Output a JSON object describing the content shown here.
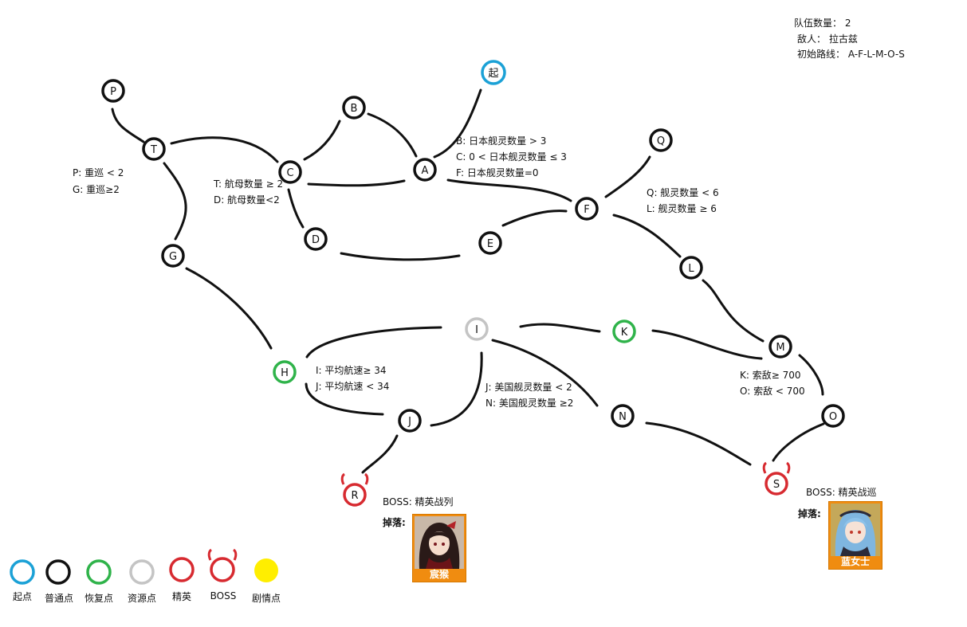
{
  "info": {
    "team_count": "队伍数量：  2",
    "enemy": "敌人：  拉古兹",
    "initial_route": "初始路线：  A-F-L-M-O-S"
  },
  "nodes": {
    "start": "起",
    "A": "A",
    "B": "B",
    "C": "C",
    "D": "D",
    "E": "E",
    "F": "F",
    "G": "G",
    "H": "H",
    "I": "I",
    "J": "J",
    "K": "K",
    "L": "L",
    "M": "M",
    "N": "N",
    "O": "O",
    "P": "P",
    "Q": "Q",
    "R": "R",
    "S": "S",
    "T": "T"
  },
  "conditions": {
    "PG": [
      "P:  重巡 < 2",
      "G:  重巡≥2"
    ],
    "TD": [
      "T:  航母数量 ≥ 2",
      "D:  航母数量<2"
    ],
    "BCF": [
      "B:  日本舰灵数量 > 3",
      "C:   0 < 日本舰灵数量 ≤ 3",
      "F:  日本舰灵数量=0"
    ],
    "QL": [
      "Q:   舰灵数量 <  6",
      "L:   舰灵数量 ≥  6"
    ],
    "IJ": [
      "I:  平均航速≥  34",
      "J:  平均航速 <  34"
    ],
    "JN": [
      "J:  美国舰灵数量 < 2",
      "N:  美国舰灵数量 ≥2"
    ],
    "KO": [
      "K:  索敌≥ 700",
      "O:  索敌 < 700"
    ]
  },
  "boss": {
    "R": {
      "title": "BOSS:  精英战列",
      "drop_label": "掉落:",
      "character": "宸猴"
    },
    "S": {
      "title": "BOSS:  精英战巡",
      "drop_label": "掉落:",
      "character": "蓝女士"
    }
  },
  "legend": {
    "start": "起点",
    "normal": "普通点",
    "recovery": "恢复点",
    "resource": "资源点",
    "elite": "精英",
    "boss": "BOSS",
    "story": "剧情点"
  },
  "colors": {
    "start": "#1ba1d6",
    "normal": "#111111",
    "recovery": "#2fb34a",
    "resource": "#c4c4c4",
    "elite": "#d72a30",
    "story": "#ffee00"
  }
}
